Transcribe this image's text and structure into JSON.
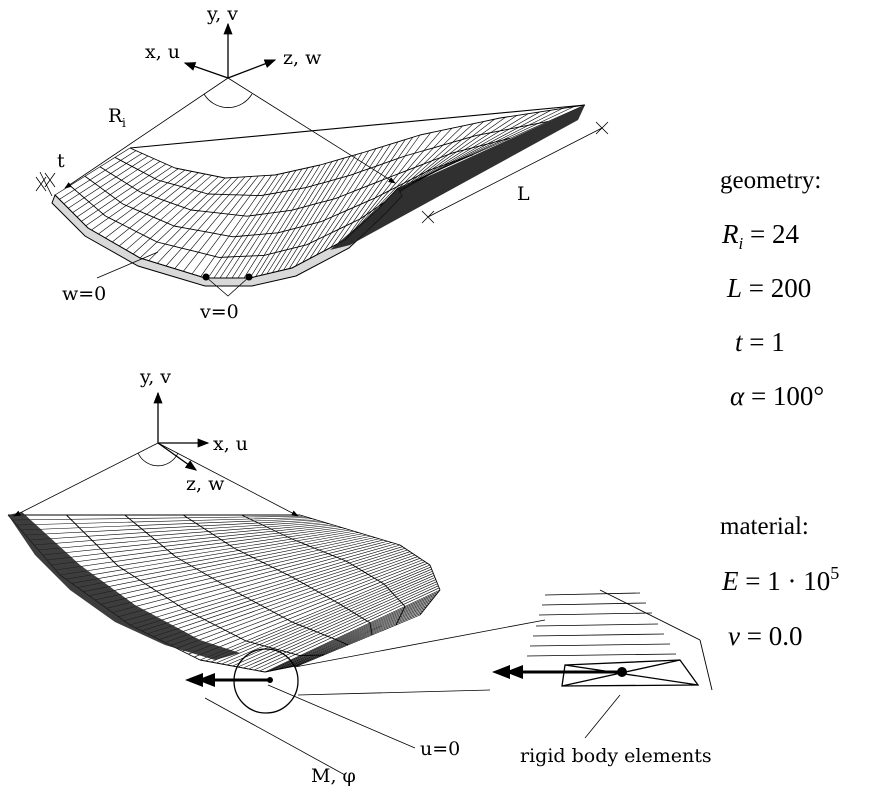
{
  "top_axes": {
    "y": "y, v",
    "x": "x, u",
    "z": "z, w"
  },
  "top_labels": {
    "radius": "R",
    "radius_sub": "i",
    "thickness": "t",
    "length": "L",
    "bc_w": "w=0",
    "bc_v": "v=0"
  },
  "bottom_axes": {
    "y": "y, v",
    "x": "x, u",
    "z": "z, w"
  },
  "bottom_labels": {
    "moment": "M, φ",
    "bc_u": "u=0",
    "rigid": "rigid body elements"
  },
  "geometry": {
    "heading": "geometry:",
    "items": [
      {
        "sym": "R",
        "sub": "i",
        "rest": " = 24"
      },
      {
        "sym": "L",
        "sub": "",
        "rest": " = 200"
      },
      {
        "sym": "t",
        "sub": "",
        "rest": " = 1"
      },
      {
        "sym": "α",
        "sub": "",
        "rest": " = 100°"
      }
    ]
  },
  "material": {
    "heading": "material:",
    "E_sym": "E",
    "E_rest": " = 1 · 10",
    "E_exp": "5",
    "nu_sym": "ν",
    "nu_rest": " = 0.0"
  }
}
